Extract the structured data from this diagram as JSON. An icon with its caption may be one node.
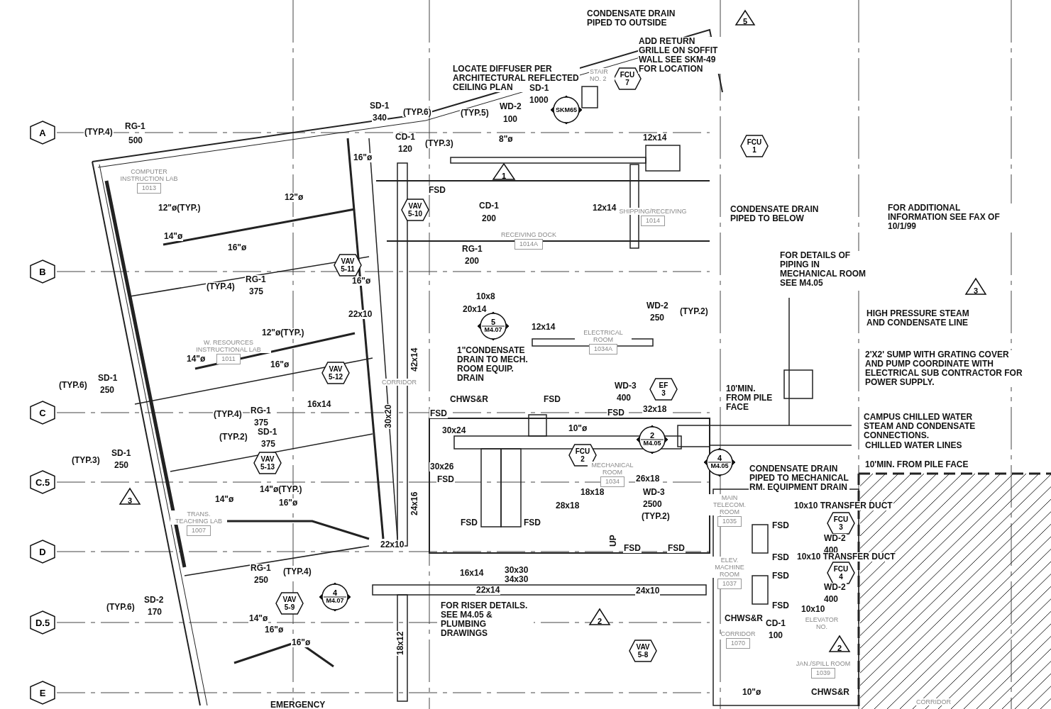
{
  "diagram": {
    "nodes": [
      {
        "text": [
          "A"
        ]
      },
      {
        "text": [
          "B"
        ]
      },
      {
        "text": [
          "C"
        ]
      },
      {
        "text": [
          "C.5"
        ]
      },
      {
        "text": [
          "D"
        ]
      },
      {
        "text": [
          "D.5"
        ]
      },
      {
        "text": [
          "E"
        ]
      },
      {
        "text": [
          "5"
        ]
      },
      {
        "text": [
          "1"
        ]
      },
      {
        "text": [
          "3"
        ]
      },
      {
        "text": [
          "3"
        ]
      },
      {
        "text": [
          "2"
        ]
      },
      {
        "text": [
          "2"
        ]
      },
      {
        "text": [
          "VAV",
          "5-10"
        ]
      },
      {
        "text": [
          "VAV",
          "5-11"
        ]
      },
      {
        "text": [
          "VAV",
          "5-12"
        ]
      },
      {
        "text": [
          "VAV",
          "5-13"
        ]
      },
      {
        "text": [
          "VAV",
          "5-9"
        ]
      },
      {
        "text": [
          "VAV",
          "5-8"
        ]
      },
      {
        "text": [
          "FCU",
          "7"
        ]
      },
      {
        "text": [
          "FCU",
          "1"
        ]
      },
      {
        "text": [
          "FCU",
          "2"
        ]
      },
      {
        "text": [
          "FCU",
          "3"
        ]
      },
      {
        "text": [
          "FCU",
          "4"
        ]
      },
      {
        "text": [
          "EF",
          "3"
        ]
      },
      {
        "text": [
          "SKM65"
        ]
      },
      {
        "text": [
          "5",
          "M4.07"
        ]
      },
      {
        "text": [
          "2",
          "M4.05"
        ]
      },
      {
        "text": [
          "4",
          "M4.05"
        ]
      },
      {
        "text": [
          "4",
          "M4.07"
        ]
      },
      {
        "text": [
          "COMPUTER INSTRUCTION LAB",
          "1013"
        ]
      },
      {
        "text": [
          "W. RESOURCES INSTRUCTIONAL LAB",
          "1011"
        ]
      },
      {
        "text": [
          "TRANS. TEACHING LAB",
          "1007"
        ]
      },
      {
        "text": [
          "RECEIVING DOCK",
          "1014A"
        ]
      },
      {
        "text": [
          "SHIPPING/RECEIVING",
          "1014"
        ]
      },
      {
        "text": [
          "ELECTRICAL ROOM",
          "1034A"
        ]
      },
      {
        "text": [
          "MECHANICAL ROOM",
          "1034"
        ]
      },
      {
        "text": [
          "MAIN TELECOM. ROOM",
          "1035"
        ]
      },
      {
        "text": [
          "ELEV. MACHINE ROOM",
          "1037"
        ]
      },
      {
        "text": [
          "JAN./SPILL ROOM",
          "1039"
        ]
      },
      {
        "text": [
          "CORRIDOR",
          "1070"
        ]
      },
      {
        "text": [
          "ELEVATOR NO."
        ]
      }
    ],
    "labels": [
      "(TYP.4)",
      "RG-1",
      "500",
      "SD-1",
      "340",
      "(TYP.6)",
      "CD-1",
      "120",
      "(TYP.3)",
      "(TYP.5)",
      "WD-2",
      "100",
      "LOCATE DIFFUSER PER ARCHITECTURAL REFLECTED CEILING PLAN",
      "SD-1",
      "1000",
      "CONDENSATE DRAIN PIPED TO OUTSIDE",
      "STAIR NO. 2",
      "ADD RETURN GRILLE ON SOFFIT WALL SEE SKM-49 FOR LOCATION",
      "8\"ø",
      "12x14",
      "FSD",
      "CD-1",
      "200",
      "RG-1",
      "200",
      "12x14",
      "CONDENSATE DRAIN PIPED TO BELOW",
      "FOR ADDITIONAL INFORMATION SEE FAX OF 10/1/99",
      "16\"ø",
      "12\"ø",
      "12\"ø(TYP.)",
      "14\"ø",
      "16\"ø",
      "FOR DETAILS OF PIPING IN MECHANICAL ROOM SEE M4.05",
      "(TYP.4)",
      "RG-1",
      "375",
      "16\"ø",
      "10x8",
      "22x10",
      "20x14",
      "12\"ø(TYP.)",
      "HIGH PRESSURE STEAM AND CONDENSATE LINE",
      "12x14",
      "WD-2",
      "250",
      "(TYP.2)",
      "14\"ø",
      "16\"ø",
      "1\"CONDENSATE DRAIN TO MECH. ROOM EQUIP. DRAIN",
      "42x14",
      "2'X2' SUMP WITH GRATING COVER AND PUMP COORDINATE WITH ELECTRICAL SUB CONTRACTOR FOR POWER SUPPLY.",
      "(TYP.6)",
      "SD-1",
      "250",
      "CORRIDOR",
      "CHWS&R",
      "10'MIN. FROM PILE FACE",
      "WD-3",
      "400",
      "FSD",
      "FSD",
      "FSD",
      "32x18",
      "30x20",
      "16x14",
      "(TYP.4)",
      "RG-1",
      "375",
      "(TYP.2)",
      "SD-1",
      "375",
      "CAMPUS CHILLED WATER STEAM AND CONDENSATE CONNECTIONS.",
      "10\"ø",
      "30x24",
      "CHILLED WATER LINES",
      "(TYP.3)",
      "SD-1",
      "250",
      "30x26",
      "10'MIN. FROM PILE FACE",
      "CONDENSATE DRAIN PIPED TO MECHANICAL RM. EQUIPMENT DRAIN",
      "FSD",
      "26x18",
      "14\"ø(TYP.)",
      "14\"ø",
      "16\"ø",
      "24x16",
      "18x18",
      "28x18",
      "WD-3",
      "2500",
      "(TYP.2)",
      "10x10 TRANSFER DUCT",
      "FSD",
      "FSD",
      "FSD",
      "WD-2",
      "400",
      "22x10",
      "UP",
      "FSD",
      "FSD",
      "FSD",
      "10x10 TRANSFER DUCT",
      "RG-1",
      "250",
      "(TYP.4)",
      "FSD",
      "16x14",
      "30x30",
      "34x30",
      "WD-2",
      "400",
      "22x14",
      "24x10",
      "(TYP.6)",
      "SD-2",
      "170",
      "FOR RISER DETAILS. SEE M4.05 & PLUMBING DRAWINGS",
      "FSD",
      "10x10",
      "CHWS&R",
      "14\"ø",
      "16\"ø",
      "CD-1",
      "100",
      "16\"ø",
      "18x12",
      "10\"ø",
      "CHWS&R",
      "EMERGENCY",
      "CORRIDOR"
    ]
  }
}
